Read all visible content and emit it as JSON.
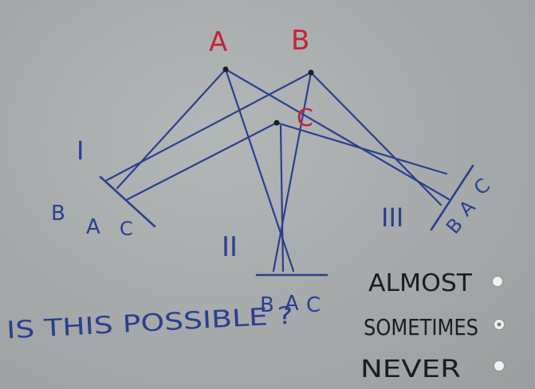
{
  "points": {
    "a_label": "A",
    "b_label": "B",
    "c_label": "C"
  },
  "views": {
    "view1": {
      "numeral": "I",
      "order": [
        "B",
        "A",
        "C"
      ]
    },
    "view2": {
      "numeral": "II",
      "order": [
        "B",
        "A",
        "C"
      ]
    },
    "view3": {
      "numeral": "III",
      "order": [
        "B",
        "A",
        "C"
      ]
    }
  },
  "question": "IS THIS POSSIBLE ?",
  "options": [
    {
      "label": "ALMOST"
    },
    {
      "label": "SOMETIMES"
    },
    {
      "label": "NEVER"
    }
  ],
  "colors": {
    "ink_blue": "#2b3f8f",
    "ink_red": "#c4223a",
    "board": "#a6a9aa"
  }
}
